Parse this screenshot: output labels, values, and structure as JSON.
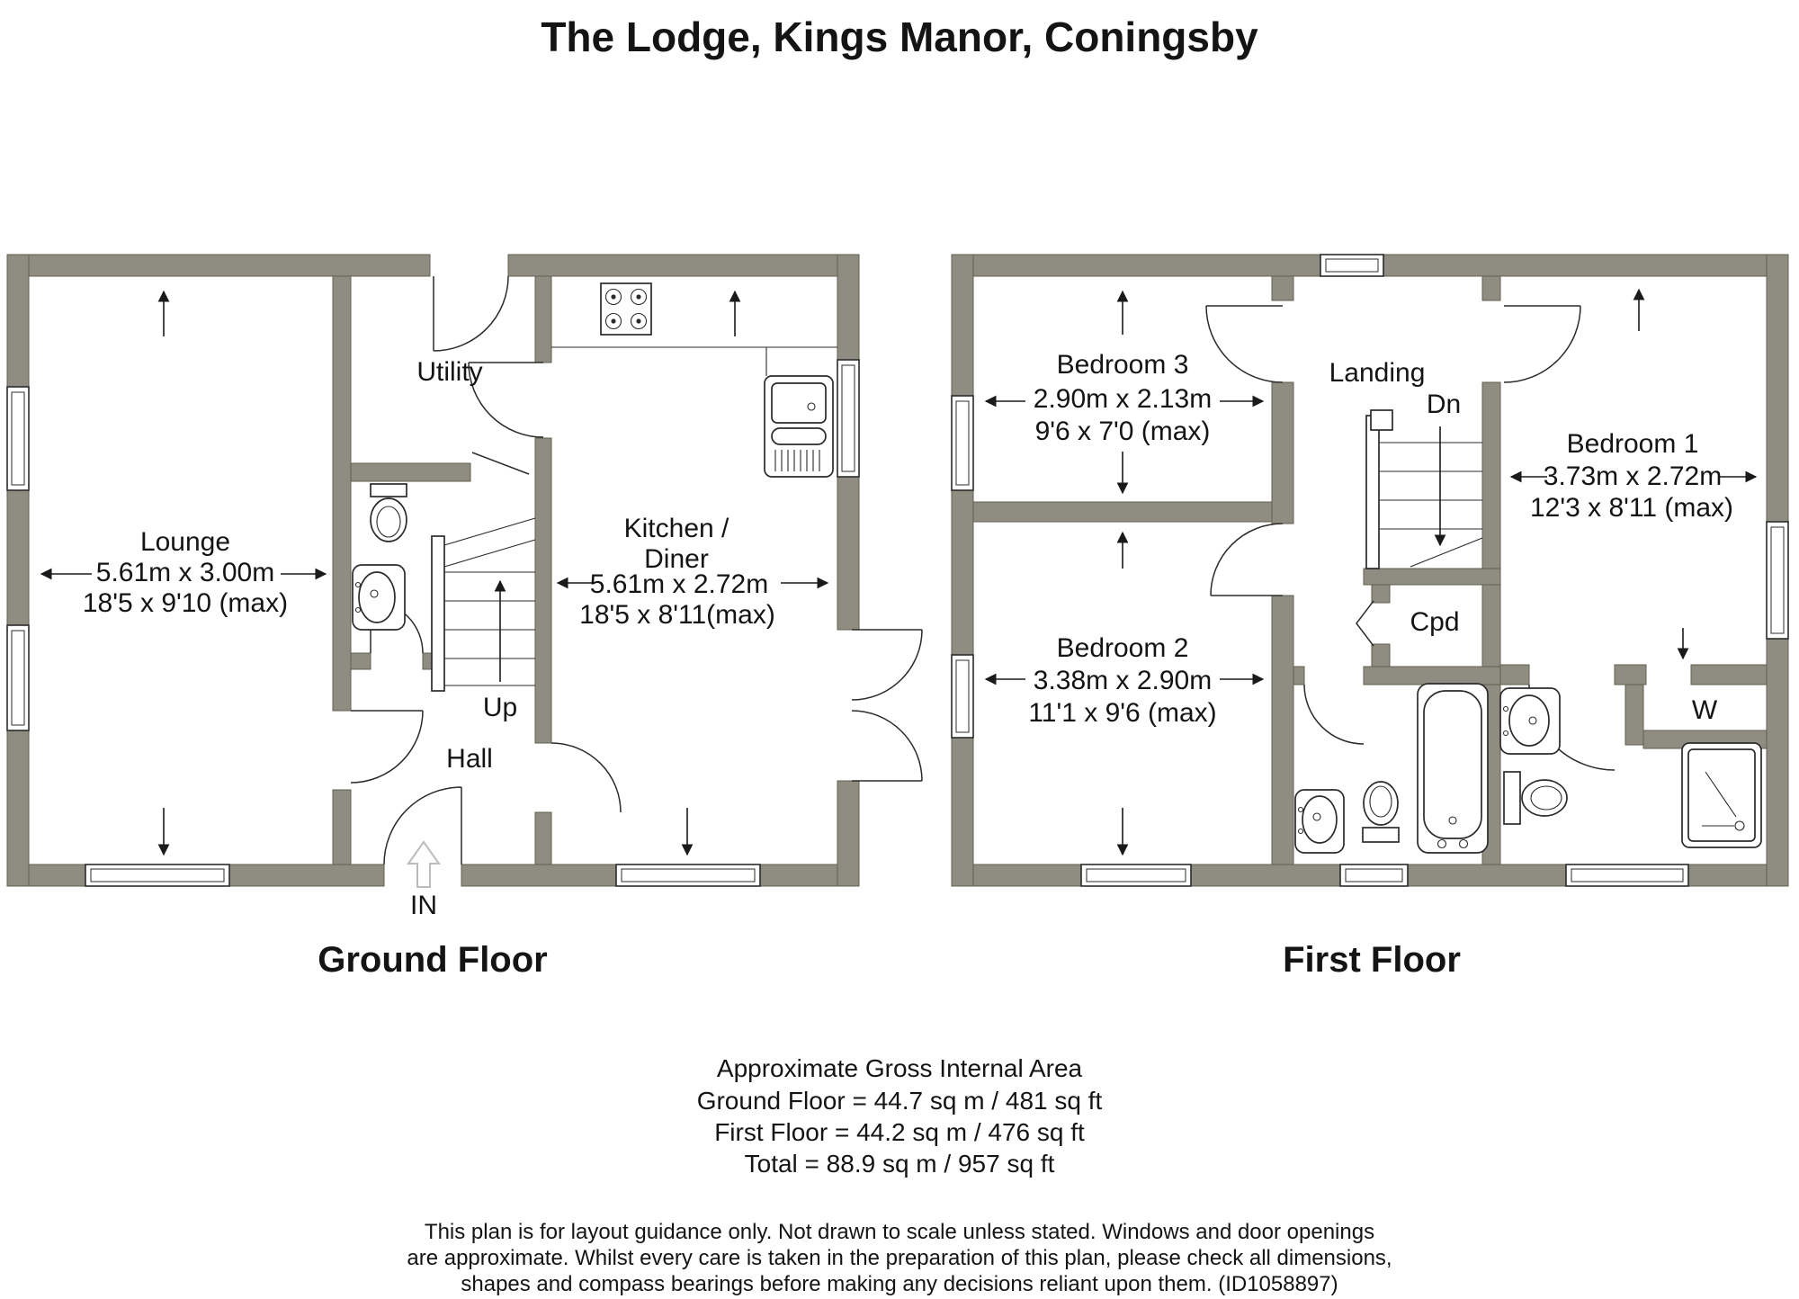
{
  "title": "The Lodge, Kings Manor, Coningsby",
  "ground_floor": {
    "label": "Ground Floor",
    "entrance_label": "IN",
    "stairs_label": "Up",
    "rooms": {
      "lounge": {
        "name": "Lounge",
        "metric": "5.61m x 3.00m",
        "imperial": "18'5 x 9'10 (max)"
      },
      "utility": {
        "name": "Utility"
      },
      "kitchen_diner": {
        "name_line1": "Kitchen /",
        "name_line2": "Diner",
        "metric": "5.61m x 2.72m",
        "imperial": "18'5 x 8'11(max)"
      },
      "hall": {
        "name": "Hall"
      }
    }
  },
  "first_floor": {
    "label": "First Floor",
    "stairs_label": "Dn",
    "rooms": {
      "bedroom1": {
        "name": "Bedroom 1",
        "metric": "3.73m x 2.72m",
        "imperial": "12'3 x 8'11 (max)"
      },
      "bedroom2": {
        "name": "Bedroom 2",
        "metric": "3.38m x 2.90m",
        "imperial": "11'1 x 9'6 (max)"
      },
      "bedroom3": {
        "name": "Bedroom 3",
        "metric": "2.90m x 2.13m",
        "imperial": "9'6 x 7'0 (max)"
      },
      "landing": {
        "name": "Landing"
      },
      "cupboard": {
        "name": "Cpd"
      },
      "wardrobe": {
        "name": "W"
      }
    }
  },
  "area_summary": {
    "heading": "Approximate Gross Internal Area",
    "ground": "Ground Floor = 44.7 sq m / 481 sq ft",
    "first": "First Floor = 44.2 sq m / 476 sq ft",
    "total": "Total = 88.9 sq m / 957 sq ft"
  },
  "disclaimer": {
    "line1": "This plan is for layout guidance only. Not drawn to scale unless stated. Windows and door openings",
    "line2": "are approximate. Whilst every care is taken in the preparation of this plan, please check all dimensions,",
    "line3": "shapes and compass bearings before making any decisions reliant upon them. (ID1058897)"
  },
  "colors": {
    "wall": "#8f8d81",
    "line": "#2b2b2b",
    "text": "#141414"
  }
}
